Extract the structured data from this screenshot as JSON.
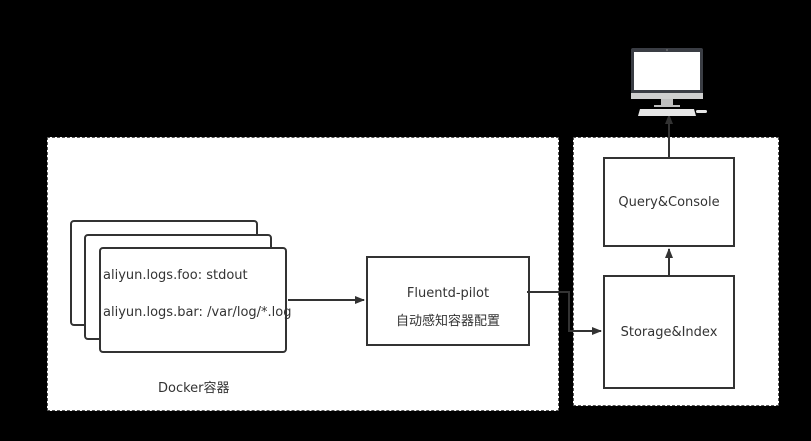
{
  "diagram": {
    "regions": {
      "docker": {
        "label": "Docker容器"
      },
      "backend": {
        "label": ""
      }
    },
    "container": {
      "line1": "aliyun.logs.foo: stdout",
      "line2": "aliyun.logs.bar: /var/log/*.log"
    },
    "fluentd": {
      "title": "Fluentd-pilot",
      "subtitle": "自动感知容器配置"
    },
    "query": {
      "label": "Query&Console"
    },
    "storage": {
      "label": "Storage&Index"
    },
    "client": {
      "icon": "desktop-computer-icon"
    },
    "colors": {
      "background": "#000000",
      "region_fill": "#ffffff",
      "stroke": "#333333",
      "text": "#333333"
    },
    "edges": [
      {
        "from": "docker-container",
        "to": "fluentd-pilot"
      },
      {
        "from": "fluentd-pilot",
        "to": "storage-index"
      },
      {
        "from": "storage-index",
        "to": "query-console"
      },
      {
        "from": "query-console",
        "to": "desktop-computer"
      }
    ]
  }
}
